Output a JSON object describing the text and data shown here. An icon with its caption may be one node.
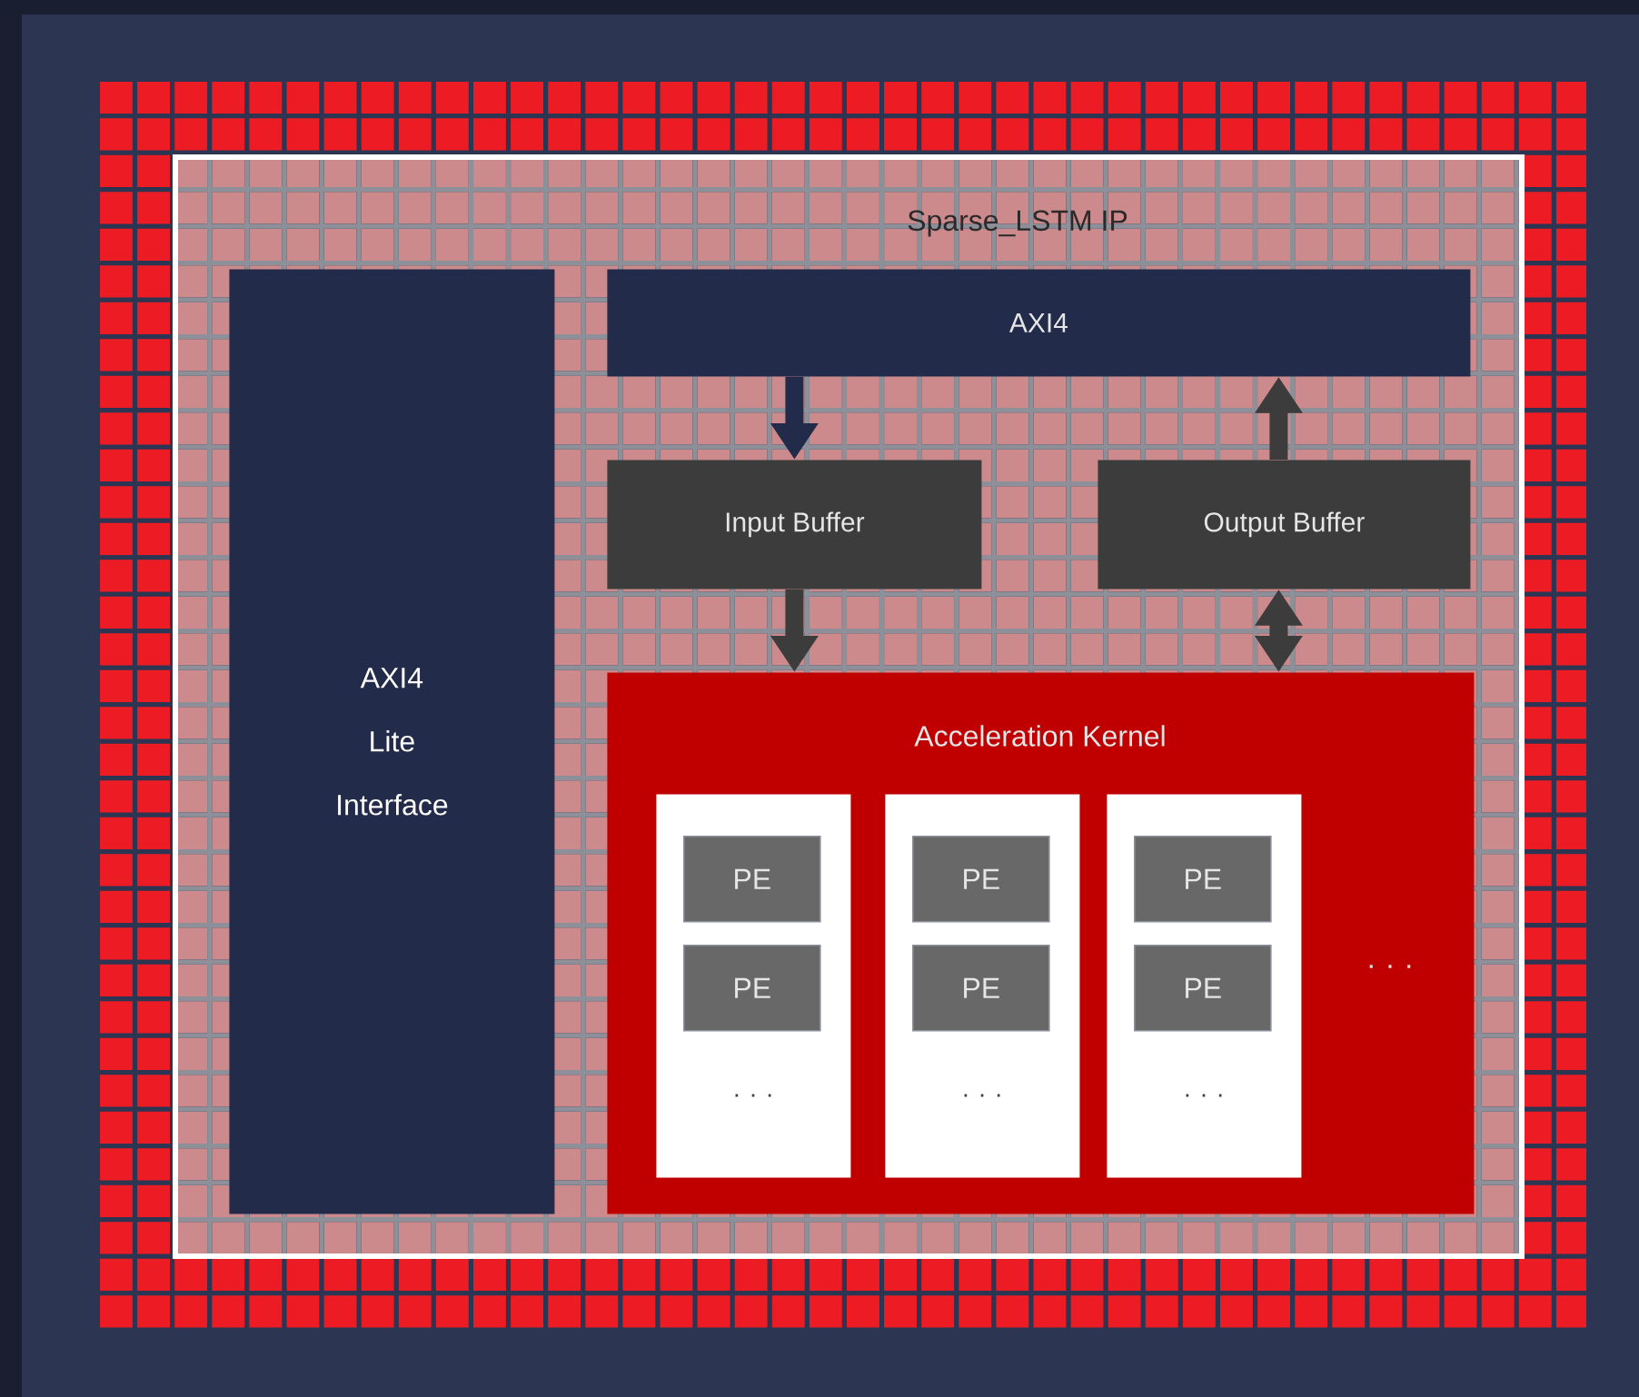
{
  "diagram": {
    "nodes": [
      {
        "text": [
          "Sparse_LSTM IP"
        ]
      },
      {
        "text": [
          "AXI4 Lite Interface"
        ],
        "in": 0
      },
      {
        "text": [
          "AXI4"
        ],
        "in": 0
      },
      {
        "text": [
          "Input Buffer"
        ],
        "in": 0
      },
      {
        "text": [
          "Output Buffer"
        ],
        "in": 0
      },
      {
        "text": [
          "Acceleration Kernel",
          ". . ."
        ],
        "in": 0
      },
      {
        "text": [
          ". . ."
        ],
        "in": 5
      },
      {
        "text": [
          ". . ."
        ],
        "in": 5
      },
      {
        "text": [
          ". . ."
        ],
        "in": 5
      },
      {
        "text": [
          "PE"
        ],
        "in": 6
      },
      {
        "text": [
          "PE"
        ],
        "in": 6
      },
      {
        "text": [
          "PE"
        ],
        "in": 7
      },
      {
        "text": [
          "PE"
        ],
        "in": 7
      },
      {
        "text": [
          "PE"
        ],
        "in": 8
      },
      {
        "text": [
          "PE"
        ],
        "in": 8
      }
    ],
    "edges": [
      {
        "from": 2,
        "to": 3,
        "arrow": "to",
        "color": "#232b4a"
      },
      {
        "from": 4,
        "to": 2,
        "arrow": "to"
      },
      {
        "from": 3,
        "to": 5,
        "arrow": "to"
      },
      {
        "from": 4,
        "to": 5,
        "arrow": "both"
      }
    ]
  }
}
